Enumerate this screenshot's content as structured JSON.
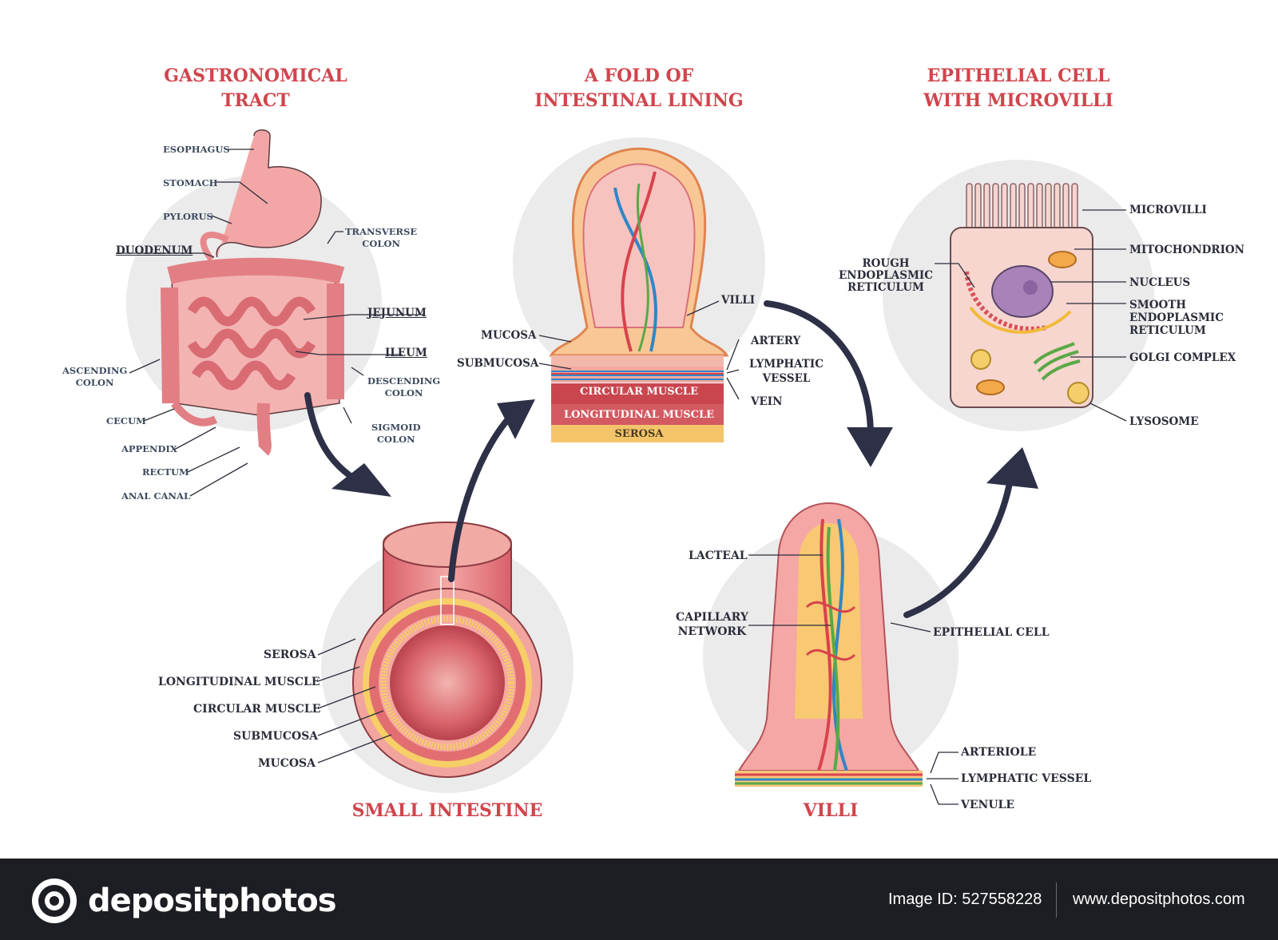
{
  "colors": {
    "title_red": "#d0454c",
    "label_dark": "#2b2d3a",
    "arrow": "#2d3047",
    "footer_bg": "#1d1e23"
  },
  "panels": {
    "tract": {
      "title_line1": "GASTRONOMICAL",
      "title_line2": "TRACT",
      "labels": {
        "esophagus": "ESOPHAGUS",
        "stomach": "STOMACH",
        "pylorus": "PYLORUS",
        "duodenum": "DUODENUM",
        "transverse_colon_1": "TRANSVERSE",
        "transverse_colon_2": "COLON",
        "jejunum": "JEJUNUM",
        "ileum": "ILEUM",
        "ascending_colon_1": "ASCENDING",
        "ascending_colon_2": "COLON",
        "descending_colon_1": "DESCENDING",
        "descending_colon_2": "COLON",
        "cecum": "CECUM",
        "appendix": "APPENDIX",
        "sigmoid_colon_1": "SIGMOID",
        "sigmoid_colon_2": "COLON",
        "rectum": "RECTUM",
        "anal_canal": "ANAL CANAL"
      }
    },
    "fold": {
      "title_line1": "A FOLD OF",
      "title_line2": "INTESTINAL LINING",
      "labels": {
        "villi": "VILLI",
        "mucosa": "MUCOSA",
        "submucosa": "SUBMUCOSA",
        "artery": "ARTERY",
        "lymphatic_vessel_1": "LYMPHATIC",
        "lymphatic_vessel_2": "VESSEL",
        "vein": "VEIN"
      },
      "bands": {
        "circular_muscle": "CIRCULAR MUSCLE",
        "longitudinal_muscle": "LONGITUDINAL MUSCLE",
        "serosa": "SEROSA"
      }
    },
    "cell": {
      "title_line1": "EPITHELIAL CELL",
      "title_line2": "WITH MICROVILLI",
      "labels": {
        "microvilli": "MICROVILLI",
        "mitochondrion": "MITOCHONDRION",
        "rough_er_1": "ROUGH",
        "rough_er_2": "ENDOPLASMIC",
        "rough_er_3": "RETICULUM",
        "nucleus": "NUCLEUS",
        "smooth_er_1": "SMOOTH",
        "smooth_er_2": "ENDOPLASMIC",
        "smooth_er_3": "RETICULUM",
        "golgi": "GOLGI COMPLEX",
        "lysosome": "LYSOSOME"
      }
    },
    "small_intestine": {
      "title": "SMALL INTESTINE",
      "labels": {
        "serosa": "SEROSA",
        "longitudinal_muscle": "LONGITUDINAL MUSCLE",
        "circular_muscle": "CIRCULAR MUSCLE",
        "submucosa": "SUBMUCOSA",
        "mucosa": "MUCOSA"
      }
    },
    "villi": {
      "title": "VILLI",
      "labels": {
        "lacteal": "LACTEAL",
        "capillary_network_1": "CAPILLARY",
        "capillary_network_2": "NETWORK",
        "epithelial_cell": "EPITHELIAL CELL",
        "arteriole": "ARTERIOLE",
        "lymphatic_vessel": "LYMPHATIC VESSEL",
        "venule": "VENULE"
      }
    }
  },
  "footer": {
    "brand": "depositphotos",
    "image_id": "Image ID: 527558228",
    "website": "www.depositphotos.com"
  }
}
